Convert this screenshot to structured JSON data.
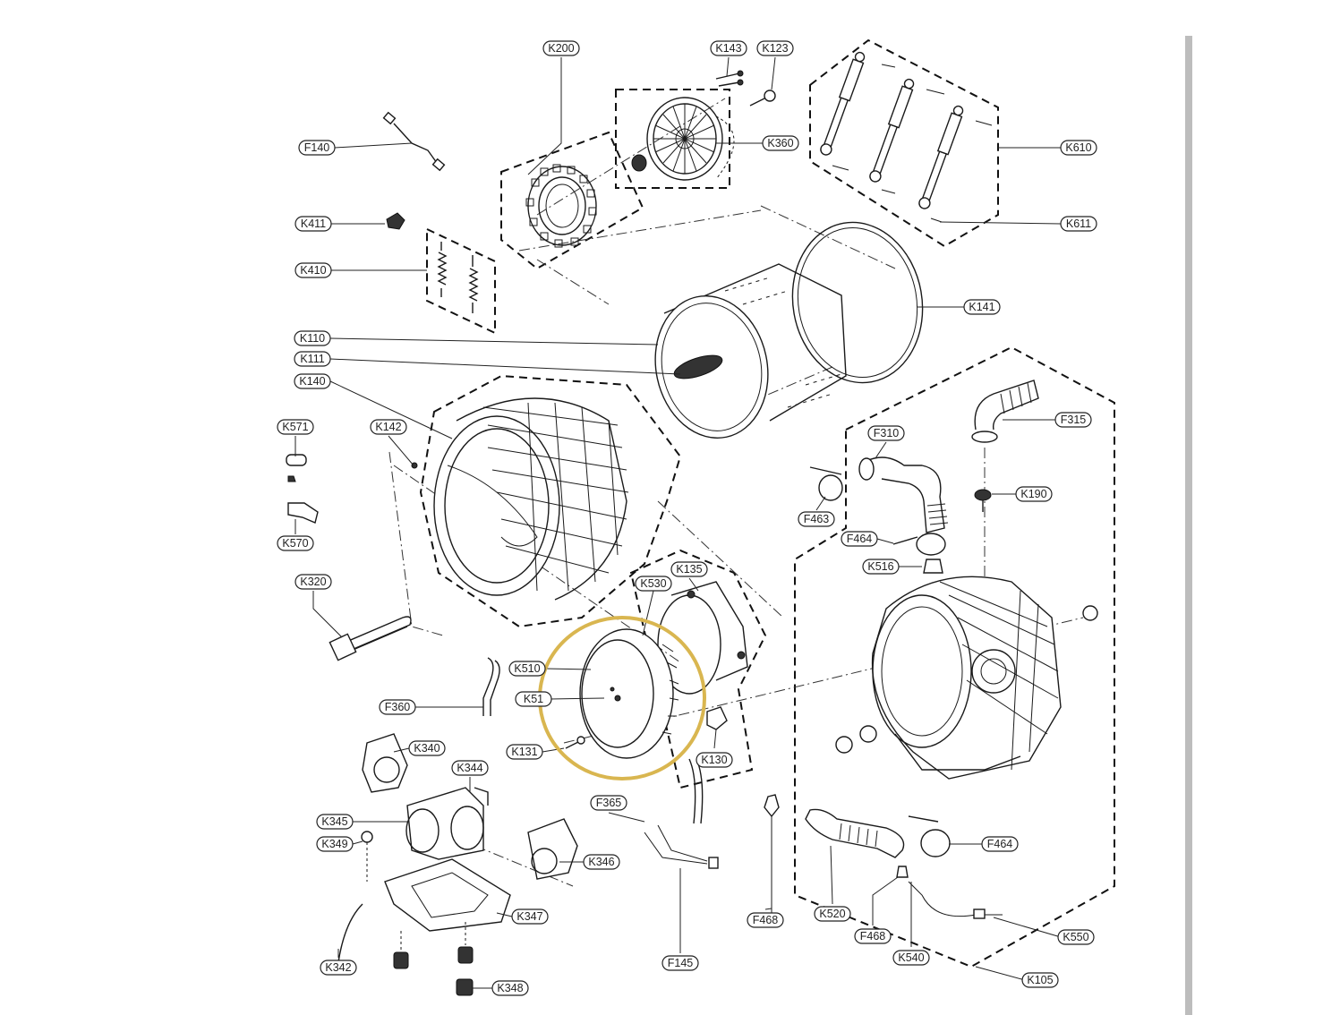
{
  "highlight_color": "#d9b650",
  "labels": [
    {
      "id": "K200",
      "text": "K200"
    },
    {
      "id": "K143",
      "text": "K143"
    },
    {
      "id": "K123",
      "text": "K123"
    },
    {
      "id": "F140",
      "text": "F140"
    },
    {
      "id": "K360",
      "text": "K360"
    },
    {
      "id": "K610",
      "text": "K610"
    },
    {
      "id": "K611",
      "text": "K611"
    },
    {
      "id": "K411",
      "text": "K411"
    },
    {
      "id": "K410",
      "text": "K410"
    },
    {
      "id": "K141",
      "text": "K141"
    },
    {
      "id": "K110",
      "text": "K110"
    },
    {
      "id": "K111",
      "text": "K111"
    },
    {
      "id": "K140",
      "text": "K140"
    },
    {
      "id": "K571",
      "text": "K571"
    },
    {
      "id": "K142",
      "text": "K142"
    },
    {
      "id": "F315",
      "text": "F315"
    },
    {
      "id": "F310",
      "text": "F310"
    },
    {
      "id": "K190",
      "text": "K190"
    },
    {
      "id": "K570",
      "text": "K570"
    },
    {
      "id": "F463",
      "text": "F463"
    },
    {
      "id": "F464a",
      "text": "F464"
    },
    {
      "id": "K516",
      "text": "K516"
    },
    {
      "id": "K320",
      "text": "K320"
    },
    {
      "id": "K135",
      "text": "K135"
    },
    {
      "id": "K530",
      "text": "K530"
    },
    {
      "id": "K510",
      "text": "K510"
    },
    {
      "id": "F360",
      "text": "F360"
    },
    {
      "id": "K51x",
      "text": "K51"
    },
    {
      "id": "K131",
      "text": "K131"
    },
    {
      "id": "K130",
      "text": "K130"
    },
    {
      "id": "K340",
      "text": "K340"
    },
    {
      "id": "K344",
      "text": "K344"
    },
    {
      "id": "F365",
      "text": "F365"
    },
    {
      "id": "K345",
      "text": "K345"
    },
    {
      "id": "K349",
      "text": "K349"
    },
    {
      "id": "K346",
      "text": "K346"
    },
    {
      "id": "F464b",
      "text": "F464"
    },
    {
      "id": "K347",
      "text": "K347"
    },
    {
      "id": "F468a",
      "text": "F468"
    },
    {
      "id": "K520",
      "text": "K520"
    },
    {
      "id": "F468b",
      "text": "F468"
    },
    {
      "id": "K550",
      "text": "K550"
    },
    {
      "id": "K342",
      "text": "K342"
    },
    {
      "id": "F145",
      "text": "F145"
    },
    {
      "id": "K540",
      "text": "K540"
    },
    {
      "id": "K105",
      "text": "K105"
    },
    {
      "id": "K348",
      "text": "K348"
    }
  ]
}
